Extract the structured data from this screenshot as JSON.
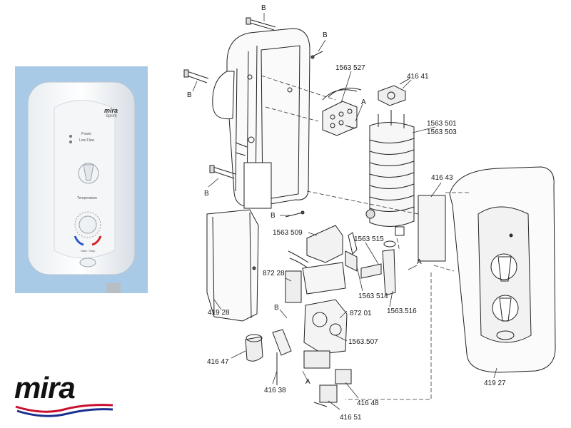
{
  "product_photo": {
    "brand": "mira",
    "model": "Sprint",
    "indicator_labels": [
      "Power",
      "Low Flow"
    ],
    "temperature_label": "Temperature",
    "start_stop_label": "Start • Stop"
  },
  "logo": {
    "text": "mira"
  },
  "parts": {
    "b1": "B",
    "b2": "B",
    "b3": "B",
    "b4": "B",
    "b5": "B",
    "b6": "B",
    "a1": "A",
    "a2": "A",
    "a3": "A",
    "p1563_527": "1563 527",
    "p416_41": "416 41",
    "p1563_501": "1563 501",
    "p1563_503": "1563 503",
    "p416_43": "416 43",
    "p1563_509": "1563 509",
    "p1563_515": "1563 515",
    "p872_28": "872 28",
    "p1563_514": "1563 514",
    "p1563_516": "1563.516",
    "p419_28": "419 28",
    "p872_01": "872 01",
    "p1563_507": "1563.507",
    "p416_47": "416 47",
    "p416_38": "416 38",
    "p416_48": "416 48",
    "p416_51": "416 51",
    "p419_27": "419 27"
  }
}
